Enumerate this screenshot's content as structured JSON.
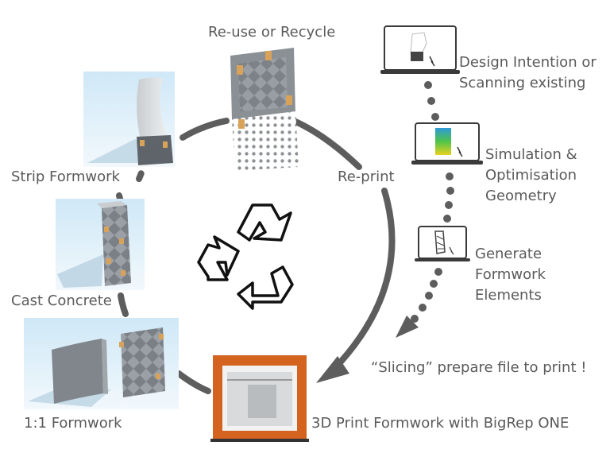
{
  "labels": {
    "reuse": "Re-use or Recycle",
    "strip": "Strip Formwork",
    "cast": "Cast Concrete",
    "formwork11": "1:1 Formwork",
    "print": "3D Print Formwork with BigRep ONE",
    "reprint": "Re-print",
    "slicing": "“Slicing” prepare file to print !",
    "design": [
      "Design Intention or",
      "Scanning existing"
    ],
    "simulation": [
      "Simulation &",
      "Optimisation",
      "Geometry"
    ],
    "generate": [
      "Generate",
      "Formwork",
      "Elements"
    ]
  },
  "colors": {
    "arrow": "#5d5d5d",
    "sky": "#d6ecf8",
    "concrete": "#8f9498",
    "orange": "#d4631f",
    "laptop": "#3a3a3a"
  },
  "icons": [
    "recycle-icon",
    "laptop-icon"
  ]
}
